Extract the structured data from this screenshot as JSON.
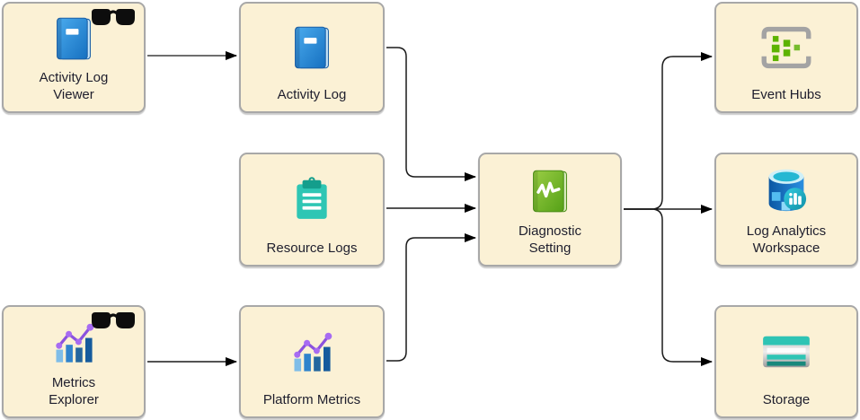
{
  "diagram": {
    "nodes": [
      {
        "id": "activity-log-viewer",
        "label": "Activity Log\nViewer",
        "icon": "journal-blue-icon",
        "badge": "glasses-icon"
      },
      {
        "id": "activity-log",
        "label": "Activity Log",
        "icon": "journal-blue-icon"
      },
      {
        "id": "resource-logs",
        "label": "Resource Logs",
        "icon": "clipboard-icon"
      },
      {
        "id": "metrics-explorer",
        "label": "Metrics\nExplorer",
        "icon": "bar-chart-icon",
        "badge": "glasses-icon"
      },
      {
        "id": "platform-metrics",
        "label": "Platform Metrics",
        "icon": "bar-chart-icon"
      },
      {
        "id": "diagnostic-setting",
        "label": "Diagnostic\nSetting",
        "icon": "journal-green-icon"
      },
      {
        "id": "event-hubs",
        "label": "Event Hubs",
        "icon": "event-hubs-icon"
      },
      {
        "id": "log-analytics-workspace",
        "label": "Log Analytics\nWorkspace",
        "icon": "log-analytics-icon"
      },
      {
        "id": "storage",
        "label": "Storage",
        "icon": "storage-icon"
      }
    ],
    "connections": [
      {
        "from": "activity-log-viewer",
        "to": "activity-log"
      },
      {
        "from": "activity-log",
        "to": "diagnostic-setting"
      },
      {
        "from": "resource-logs",
        "to": "diagnostic-setting"
      },
      {
        "from": "metrics-explorer",
        "to": "platform-metrics"
      },
      {
        "from": "platform-metrics",
        "to": "diagnostic-setting"
      },
      {
        "from": "diagnostic-setting",
        "to": "event-hubs"
      },
      {
        "from": "diagnostic-setting",
        "to": "log-analytics-workspace"
      },
      {
        "from": "diagnostic-setting",
        "to": "storage"
      }
    ],
    "colors": {
      "node_fill": "#FBF1D5",
      "node_border": "#A8A8A8",
      "label_text": "#1E1E2D",
      "arrow_black": "#1A1A1A",
      "arrow_gray": "#6E6E6E",
      "icon_blue": "#2E96E0",
      "icon_teal": "#2EC6B4",
      "icon_green": "#6FB52C",
      "icon_purple": "#8B52DE"
    }
  }
}
